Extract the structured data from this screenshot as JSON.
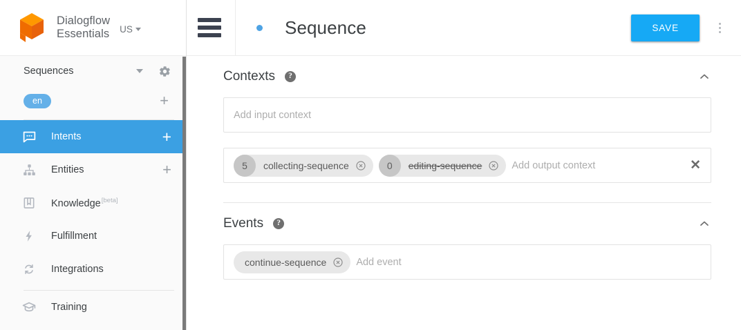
{
  "brand": {
    "product_name": "Dialogflow\nEssentials",
    "region": "US",
    "logo_icon": "dialogflow-cube-logo"
  },
  "sidebar": {
    "agent": {
      "name": "Sequences",
      "caret_icon": "caret-down-icon",
      "settings_icon": "gear-icon"
    },
    "language": {
      "code": "en",
      "add_icon": "plus-icon"
    },
    "items": [
      {
        "label": "Intents",
        "icon": "intents-chat-icon",
        "active": true,
        "action": "+"
      },
      {
        "label": "Entities",
        "icon": "entities-hierarchy-icon",
        "active": false,
        "action": "+"
      },
      {
        "label": "Knowledge",
        "icon": "knowledge-book-icon",
        "active": false,
        "badge": "[beta]"
      },
      {
        "label": "Fulfillment",
        "icon": "fulfillment-bolt-icon",
        "active": false
      },
      {
        "label": "Integrations",
        "icon": "integrations-refresh-icon",
        "active": false
      },
      {
        "label": "Training",
        "icon": "training-cap-icon",
        "active": false
      }
    ]
  },
  "topbar": {
    "menu_icon": "hamburger-menu-icon",
    "status_dot": "unsaved-dot",
    "title": "Sequence",
    "save_label": "SAVE",
    "more_icon": "kebab-menu-icon"
  },
  "sections": [
    {
      "title": "Contexts",
      "help_icon": "help-circle-icon",
      "collapse_icon": "chevron-up-icon",
      "input_context": {
        "placeholder": "Add input context",
        "chips": []
      },
      "output_context": {
        "placeholder": "Add output context",
        "clear_icon": "close-x-icon",
        "chips": [
          {
            "lifespan": "5",
            "label": "collecting-sequence",
            "struck": false,
            "remove_icon": "chip-remove-icon"
          },
          {
            "lifespan": "0",
            "label": "editing-sequence",
            "struck": true,
            "remove_icon": "chip-remove-icon"
          }
        ]
      }
    },
    {
      "title": "Events",
      "help_icon": "help-circle-icon",
      "collapse_icon": "chevron-up-icon",
      "events": {
        "placeholder": "Add event",
        "chips": [
          {
            "label": "continue-sequence",
            "remove_icon": "chip-remove-icon"
          }
        ]
      }
    }
  ],
  "colors": {
    "accent_blue": "#3ba0e3",
    "save_blue": "#16a9f5",
    "logo_orange": "#ef6c00",
    "logo_orange_light": "#ff9800",
    "chip_gray": "#e8e8e8"
  }
}
